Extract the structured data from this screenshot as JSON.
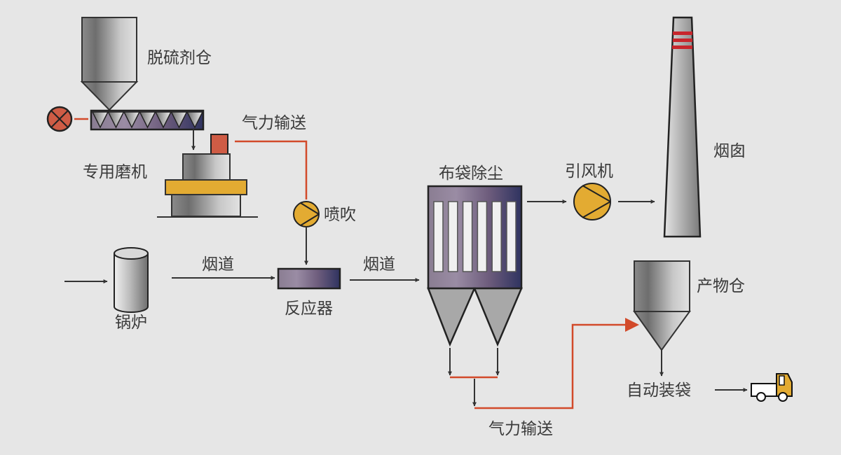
{
  "labels": {
    "desulfurizer_silo": "脱硫剂仓",
    "pneumatic_conveying_top": "气力输送",
    "special_mill": "专用磨机",
    "injection": "喷吹",
    "flue_1": "烟道",
    "flue_2": "烟道",
    "boiler": "锅炉",
    "reactor": "反应器",
    "baghouse": "布袋除尘",
    "induced_fan": "引风机",
    "chimney": "烟囱",
    "product_silo": "产物仓",
    "auto_bagging": "自动装袋",
    "pneumatic_conveying_bottom": "气力输送"
  },
  "colors": {
    "background": "#e6e6e6",
    "flow_line": "#333333",
    "pneumatic_line": "#d24a2a",
    "fan_fill": "#e3ab32",
    "valve_fill": "#cf5c45",
    "chimney_band": "#c8262c",
    "purple_dark": "#2f3360",
    "purple_light": "#9a8ca4"
  }
}
